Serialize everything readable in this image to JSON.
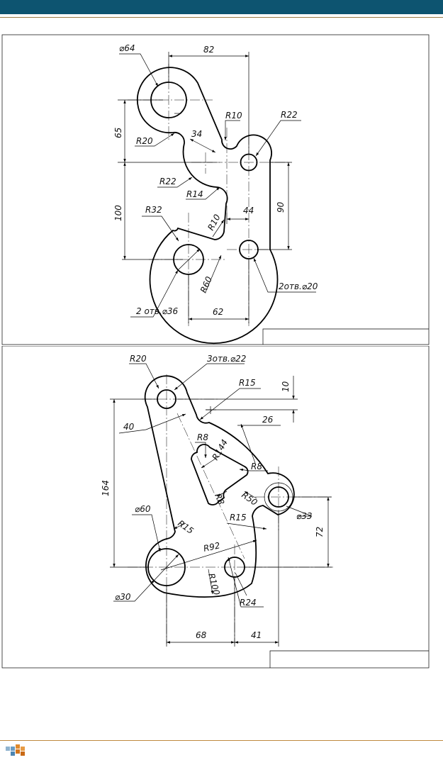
{
  "colors": {
    "header_bar": "#0d5470",
    "accent_line": "#c08a3e"
  },
  "drawing1": {
    "labels": [
      "⌀64",
      "82",
      "65",
      "R20",
      "34",
      "R10",
      "R22",
      "R22",
      "R14",
      "100",
      "R32",
      "R10",
      "44",
      "90",
      "R60",
      "2отв.⌀20",
      "2 отв.⌀36",
      "62"
    ]
  },
  "drawing2": {
    "labels": [
      "R20",
      "3отв.⌀22",
      "R15",
      "10",
      "40",
      "26",
      "R8",
      "R144",
      "R8",
      "164",
      "R8",
      "R50",
      "⌀60",
      "R15",
      "R15",
      "⌀33",
      "72",
      "R92",
      "R100",
      "⌀30",
      "R24",
      "68",
      "41"
    ]
  }
}
